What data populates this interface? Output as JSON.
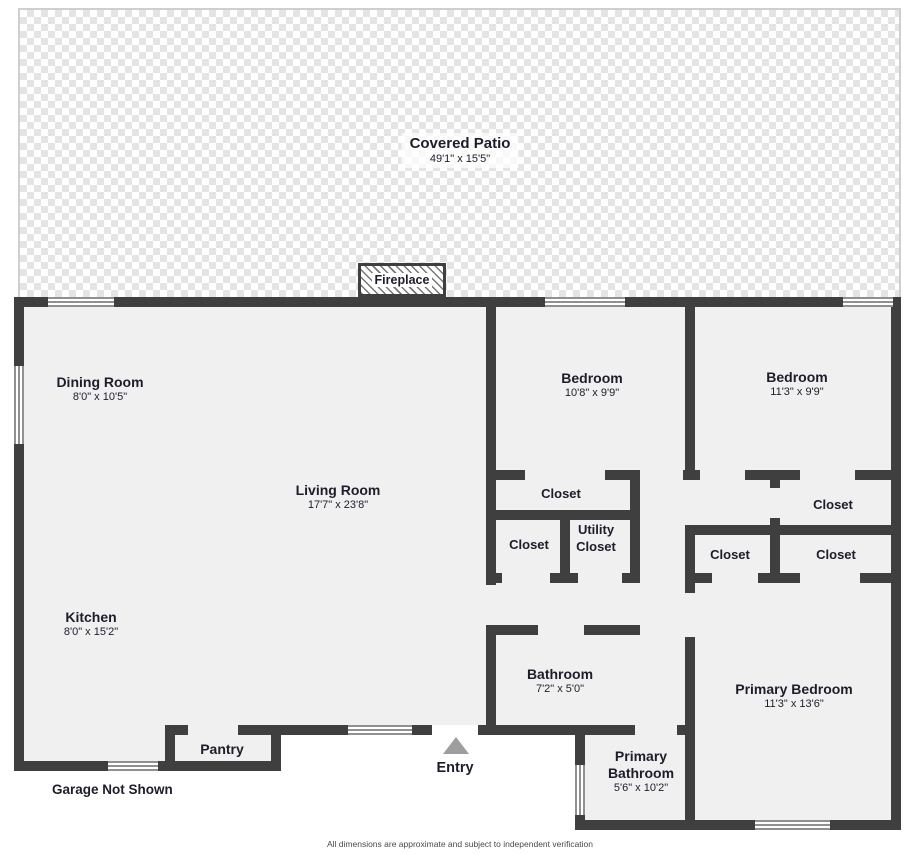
{
  "patio": {
    "name": "Covered Patio",
    "dims": "49'1\" x 15'5\""
  },
  "fireplace": {
    "label": "Fireplace"
  },
  "rooms": {
    "dining_room": {
      "name": "Dining Room",
      "dims": "8'0\" x 10'5\""
    },
    "living_room": {
      "name": "Living Room",
      "dims": "17'7\" x 23'8\""
    },
    "kitchen": {
      "name": "Kitchen",
      "dims": "8'0\" x 15'2\""
    },
    "bedroom_1": {
      "name": "Bedroom",
      "dims": "10'8\" x 9'9\""
    },
    "bedroom_2": {
      "name": "Bedroom",
      "dims": "11'3\" x 9'9\""
    },
    "bathroom": {
      "name": "Bathroom",
      "dims": "7'2\" x 5'0\""
    },
    "primary_bathroom": {
      "name": "Primary Bathroom",
      "dims": "5'6\" x 10'2\""
    },
    "primary_bedroom": {
      "name": "Primary Bedroom",
      "dims": "11'3\" x 13'6\""
    },
    "pantry": {
      "name": "Pantry"
    },
    "utility_closet": {
      "name": "Utility Closet"
    },
    "closet_bedroom1": {
      "name": "Closet"
    },
    "closet_hall": {
      "name": "Closet"
    },
    "closet_bedroom2": {
      "name": "Closet"
    },
    "closet_primary_left": {
      "name": "Closet"
    },
    "closet_primary_right": {
      "name": "Closet"
    }
  },
  "annotations": {
    "entry": "Entry",
    "garage": "Garage Not Shown",
    "footer": "All dimensions are approximate and subject to independent verification"
  },
  "colors": {
    "wall": "#3f3f3f",
    "room_fill": "#f0f0f0",
    "text": "#1d1d2b",
    "patio_check": "#e4e4e4"
  }
}
